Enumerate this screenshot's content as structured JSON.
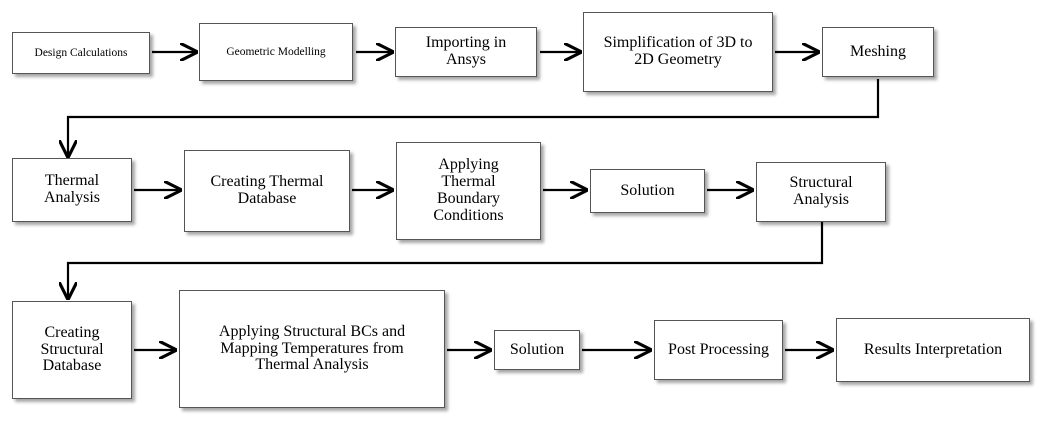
{
  "colors": {
    "line": "#000000",
    "box_border": "#555555",
    "box_fill": "#ffffff"
  },
  "steps": {
    "design_calculations": "Design Calculations",
    "geometric_modelling": "Geometric Modelling",
    "importing_in_ansys": "Importing in Ansys",
    "simplification": "Simplification of 3D to 2D Geometry",
    "meshing": "Meshing",
    "thermal_analysis": "Thermal Analysis",
    "creating_thermal_database": "Creating Thermal Database",
    "applying_thermal_bcs": "Applying Thermal Boundary Conditions",
    "solution_thermal": "Solution",
    "structural_analysis": "Structural Analysis",
    "creating_structural_database": "Creating Structural Database",
    "applying_structural_bcs": "Applying Structural BCs and Mapping Temperatures from Thermal Analysis",
    "solution_structural": "Solution",
    "post_processing": "Post Processing",
    "results_interpretation": "Results Interpretation"
  }
}
